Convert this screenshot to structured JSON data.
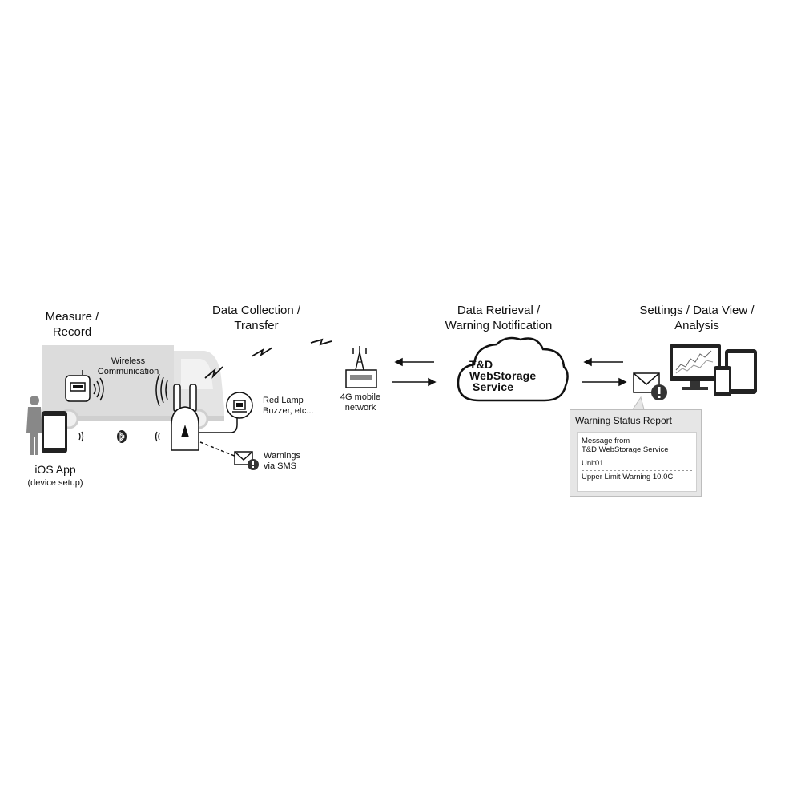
{
  "sections": {
    "measure": "Measure /\nRecord",
    "collection": "Data Collection /\nTransfer",
    "retrieval": "Data Retrieval /\nWarning Notification",
    "settings": "Settings / Data View /\nAnalysis"
  },
  "labels": {
    "wireless": "Wireless\nCommunication",
    "red_lamp": "Red Lamp\nBuzzer, etc...",
    "warnings_sms": "Warnings\nvia SMS",
    "mobile_network": "4G mobile\nnetwork",
    "ios_app": "iOS App",
    "device_setup": "(device setup)"
  },
  "cloud": {
    "line1": "T&D",
    "line2": "WebStorage",
    "line3": "Service"
  },
  "report": {
    "title": "Warning Status Report",
    "message_line1": "Message from",
    "message_line2": "T&D WebStorage Service",
    "unit": "Unit01",
    "warning": "Upper Limit Warning 10.0C"
  },
  "icons": {
    "logger": "data-logger-icon",
    "base_station": "base-unit-icon",
    "tower": "cell-tower-icon",
    "bluetooth": "bluetooth-icon",
    "mail": "mail-alert-icon",
    "phone": "smartphone-icon",
    "person": "person-icon",
    "truck": "truck-icon",
    "monitor": "monitor-icon",
    "tablet": "tablet-icon",
    "lamp": "warning-lamp-icon"
  },
  "colors": {
    "truck": "#dcdcdc",
    "ink": "#111111",
    "report_bg": "#e6e6e6"
  }
}
